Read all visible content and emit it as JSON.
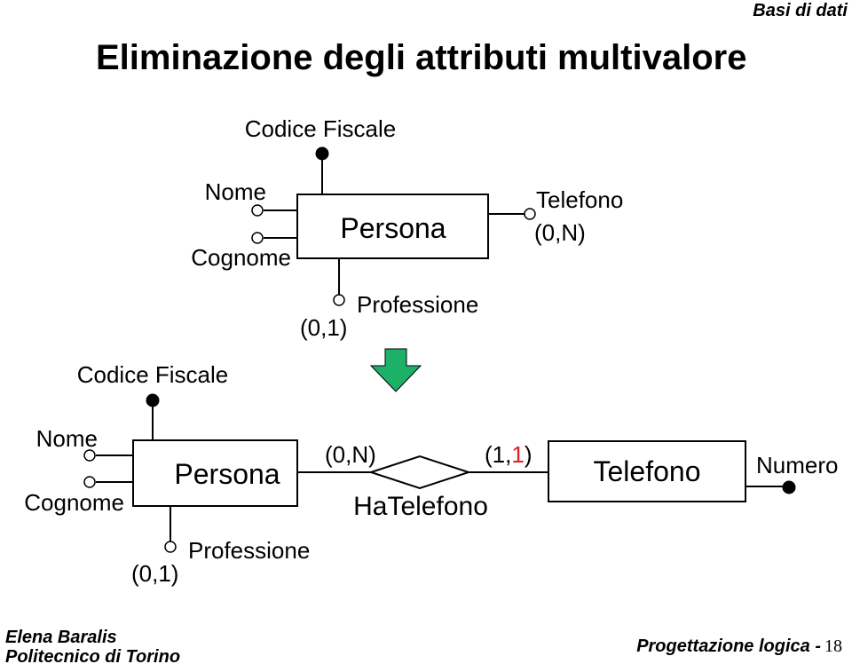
{
  "header": {
    "course": "Basi di dati",
    "title": "Eliminazione degli attributi multivalore"
  },
  "before": {
    "entity": "Persona",
    "attr_codice_fiscale": "Codice Fiscale",
    "attr_nome": "Nome",
    "attr_cognome": "Cognome",
    "attr_telefono": "Telefono",
    "card_telefono": "(0,N)",
    "attr_professione": "Professione",
    "card_professione": "(0,1)"
  },
  "transform_arrow": {
    "color": "#1db067",
    "icon": "down-arrow-icon"
  },
  "after": {
    "entity_persona": "Persona",
    "attr_codice_fiscale": "Codice Fiscale",
    "attr_nome": "Nome",
    "attr_cognome": "Cognome",
    "attr_professione": "Professione",
    "card_professione": "(0,1)",
    "relationship": "HaTelefono",
    "card_persona_side": "(0,N)",
    "card_telefono_side_open": "(1,",
    "card_telefono_side_value": "1",
    "card_telefono_side_close": ")",
    "card_highlight_color": "#e02020",
    "entity_telefono": "Telefono",
    "attr_numero": "Numero"
  },
  "footer": {
    "author": "Elena Baralis",
    "institution": "Politecnico di Torino",
    "section": "Progettazione logica - ",
    "page": "18"
  }
}
